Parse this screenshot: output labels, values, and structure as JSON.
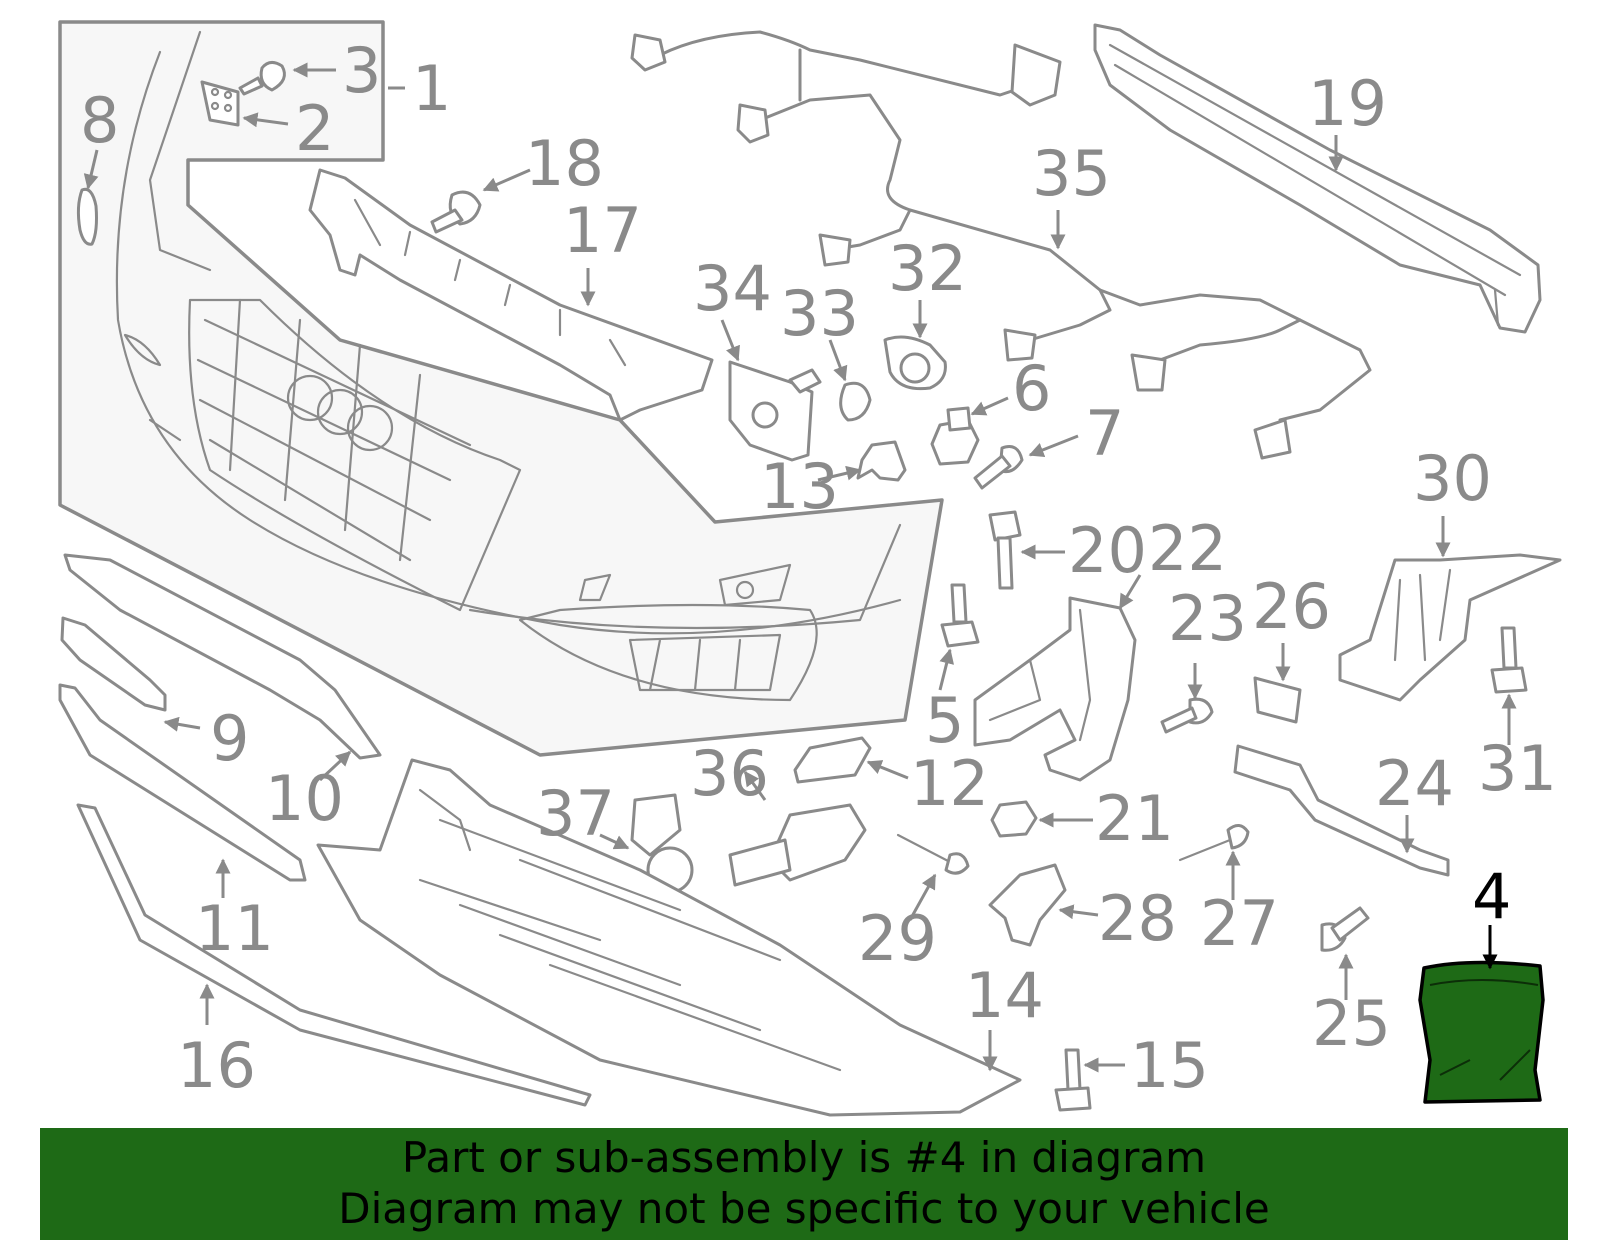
{
  "highlight": {
    "callout": "4",
    "color": "#1e6a16"
  },
  "callouts": [
    "1",
    "2",
    "3",
    "4",
    "5",
    "6",
    "7",
    "8",
    "9",
    "10",
    "11",
    "12",
    "13",
    "14",
    "15",
    "16",
    "17",
    "18",
    "19",
    "20",
    "21",
    "22",
    "23",
    "24",
    "25",
    "26",
    "27",
    "28",
    "29",
    "30",
    "31",
    "32",
    "33",
    "34",
    "35",
    "36",
    "37"
  ],
  "banner": {
    "line1": "Part or sub-assembly is #4 in diagram",
    "line2": "Diagram may not be specific to your vehicle",
    "background": "#1e6a16"
  }
}
